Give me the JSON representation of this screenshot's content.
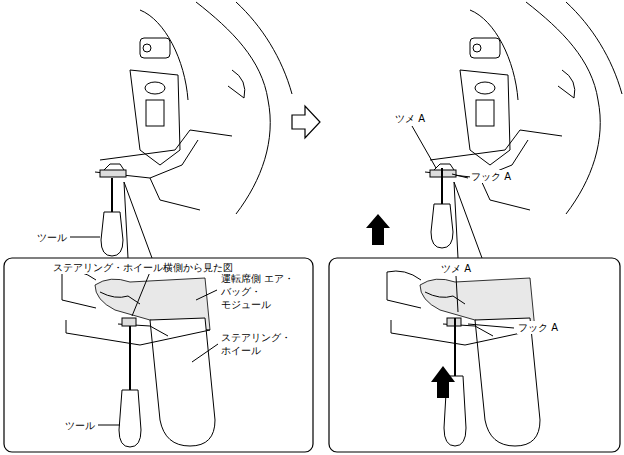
{
  "diagram": {
    "labels": [
      "ツメ A",
      "フック A",
      "ツール",
      "ステアリング・ホイール横側から見た図",
      "ツメ A",
      "運転席側 エア・バッグ・ モジュール",
      "フック A",
      "ステアリング・ ホイール",
      "ツール"
    ]
  }
}
